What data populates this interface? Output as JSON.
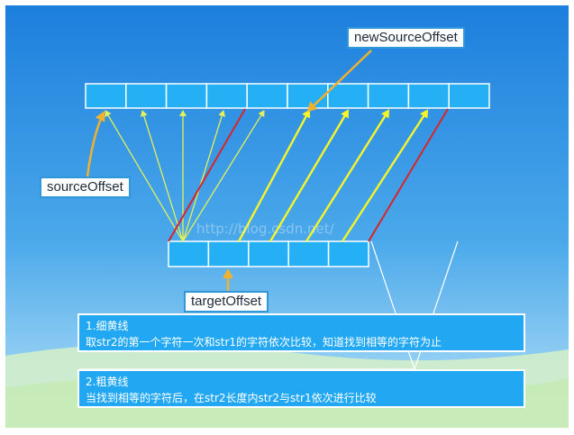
{
  "labels": {
    "new_source_offset": "newSourceOffset",
    "source_offset": "sourceOffset",
    "target_offset": "targetOffset"
  },
  "watermark": "http://blog.csdn.net/",
  "notes": [
    {
      "title": "1.细黄线",
      "body": "取str2的第一个字符一次和str1的字符依次比较，知道找到相等的字符为止"
    },
    {
      "title": "2.粗黄线",
      "body": "当找到相等的字符后，在str2长度内str2与str1依次进行比较"
    }
  ],
  "source_array": {
    "cells": 10
  },
  "target_array": {
    "cells": 5
  },
  "colors": {
    "sky_top": "#1d7fdd",
    "sky_bottom": "#a9dcf8",
    "cell_fill": "#25b0f5",
    "thin_yellow": "#e3f05a",
    "thick_yellow": "#f5f52a",
    "red_line": "#d6262a",
    "arrow_orange": "#f0b030",
    "note_fill": "#22a8f2"
  }
}
